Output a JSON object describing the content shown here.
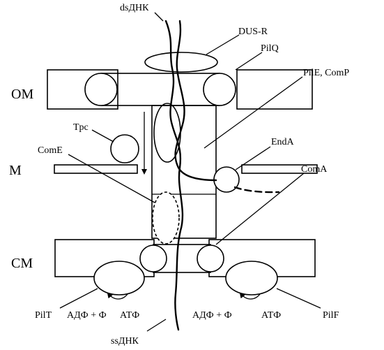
{
  "membranes": {
    "outer": "OM",
    "middle": "M",
    "cytoplasmic": "CM"
  },
  "labels": {
    "ds_dna": "dsДНК",
    "ss_dna": "ssДНК",
    "dus_r": "DUS-R",
    "pilq": "PilQ",
    "pile_comp": "PilE, ComP",
    "tpc": "Tpc",
    "come": "ComE",
    "enda": "EndA",
    "coma": "ComA",
    "pilt": "PilT",
    "pilf": "PilF",
    "adp_left": "АДФ + Ф",
    "atp_left": "АТФ",
    "adp_right": "АДФ + Ф",
    "atp_right": "АТФ"
  }
}
